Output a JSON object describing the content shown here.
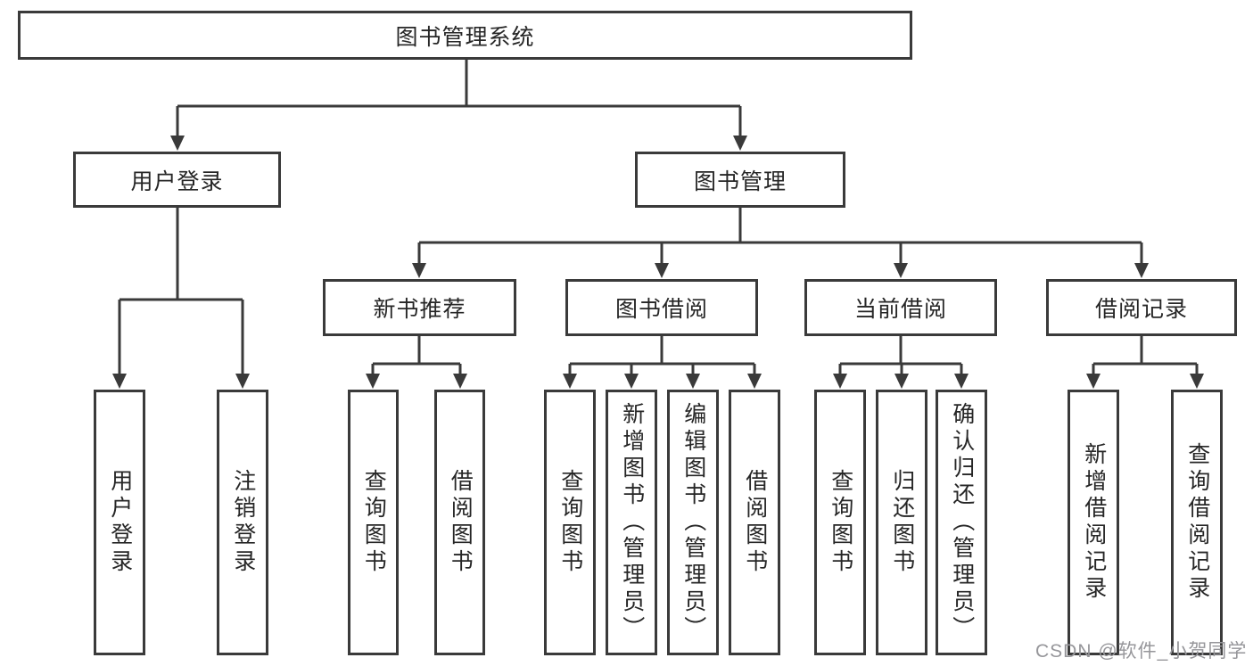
{
  "tree": {
    "root": "图书管理系统",
    "branches": [
      {
        "label": "用户登录",
        "children": [
          "用户登录",
          "注销登录"
        ]
      },
      {
        "label": "图书管理",
        "sections": [
          {
            "label": "新书推荐",
            "children": [
              "查询图书",
              "借阅图书"
            ]
          },
          {
            "label": "图书借阅",
            "children": [
              "查询图书",
              "新增图书（管理员）",
              "编辑图书（管理员）",
              "借阅图书"
            ]
          },
          {
            "label": "当前借阅",
            "children": [
              "查询图书",
              "归还图书",
              "确认归还（管理员）"
            ]
          },
          {
            "label": "借阅记录",
            "children": [
              "新增借阅记录",
              "查询借阅记录"
            ]
          }
        ]
      }
    ]
  },
  "watermark": {
    "text": "CSDN @软件_小贺同学"
  },
  "colors": {
    "line": "#3a3a3a",
    "text": "#262626",
    "watermark": "#96969a",
    "background": "#ffffff"
  }
}
